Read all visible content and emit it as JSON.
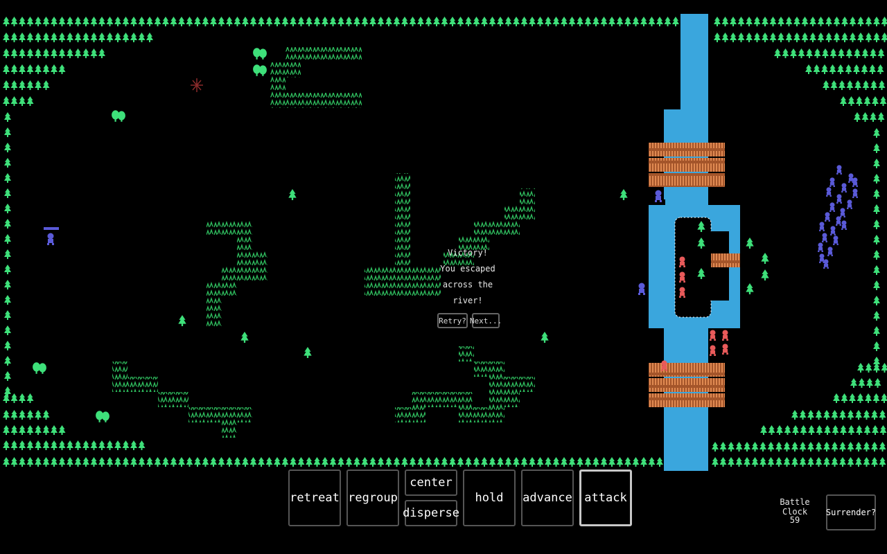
{
  "victory": {
    "lines": [
      "Victory!",
      "You escaped",
      "across the",
      "river!"
    ],
    "retry_label": "Retry?",
    "next_label": "Next..."
  },
  "commands": {
    "retreat": "retreat",
    "regroup": "regroup",
    "center": "center",
    "disperse": "disperse",
    "hold": "hold",
    "advance": "advance",
    "attack": "attack",
    "active": "attack"
  },
  "battle_clock": {
    "label": "Battle Clock",
    "value": "59"
  },
  "surrender_label": "Surrender?",
  "colors": {
    "tree": "#3ee07a",
    "grass": "#2fbf5f",
    "river": "#3aa6dd",
    "bridge": "#c06a3a",
    "enemy": "#e85a5a",
    "ally": "#5a5ad8"
  }
}
